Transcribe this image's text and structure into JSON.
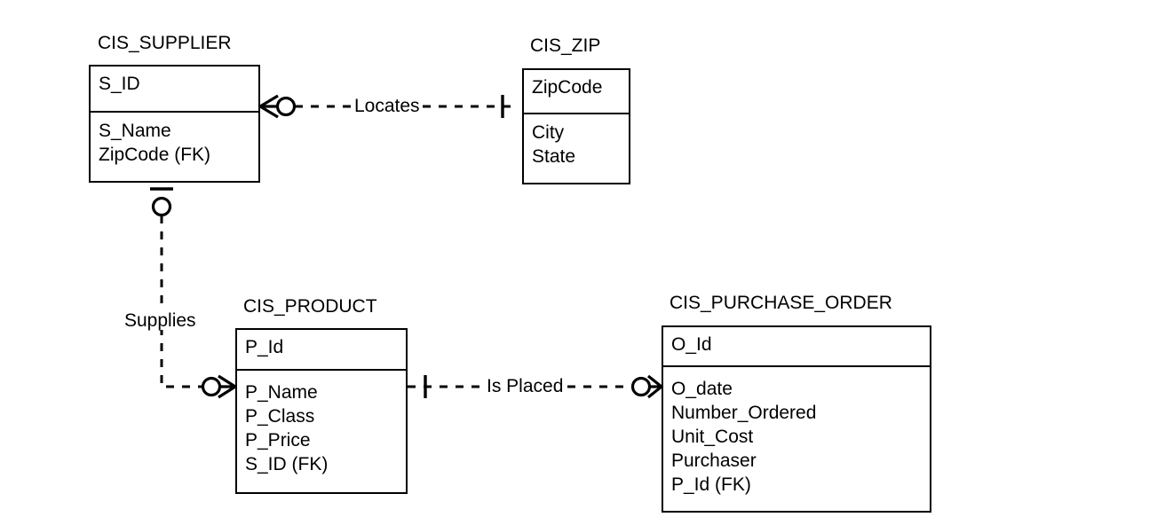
{
  "diagram": {
    "type": "entity-relationship-diagram",
    "notation": "crow's foot (IE)",
    "background": "#ffffff",
    "line_color": "#000000",
    "entities": [
      {
        "id": "cis_supplier",
        "title": "CIS_SUPPLIER",
        "primary_keys": [
          "S_ID"
        ],
        "attributes": [
          "S_Name",
          "ZipCode (FK)"
        ]
      },
      {
        "id": "cis_zip",
        "title": "CIS_ZIP",
        "primary_keys": [
          "ZipCode"
        ],
        "attributes": [
          "City",
          "State"
        ]
      },
      {
        "id": "cis_product",
        "title": "CIS_PRODUCT",
        "primary_keys": [
          "P_Id"
        ],
        "attributes": [
          "P_Name",
          "P_Class",
          "P_Price",
          "S_ID (FK)"
        ]
      },
      {
        "id": "cis_purchase_order",
        "title": "CIS_PURCHASE_ORDER",
        "primary_keys": [
          "O_Id"
        ],
        "attributes": [
          "O_date",
          "Number_Ordered",
          "Unit_Cost",
          "Purchaser",
          "P_Id (FK)"
        ]
      }
    ],
    "relationships": [
      {
        "id": "locates",
        "label": "Locates",
        "from": "cis_supplier",
        "to": "cis_zip",
        "from_cardinality": "zero-or-many",
        "to_cardinality": "exactly-one",
        "line_style": "dashed"
      },
      {
        "id": "supplies",
        "label": "Supplies",
        "from": "cis_supplier",
        "to": "cis_product",
        "from_cardinality": "zero-or-one",
        "to_cardinality": "zero-or-many",
        "line_style": "dashed"
      },
      {
        "id": "is_placed",
        "label": "Is Placed",
        "from": "cis_product",
        "to": "cis_purchase_order",
        "from_cardinality": "exactly-one",
        "to_cardinality": "zero-or-many",
        "line_style": "dashed"
      }
    ]
  }
}
